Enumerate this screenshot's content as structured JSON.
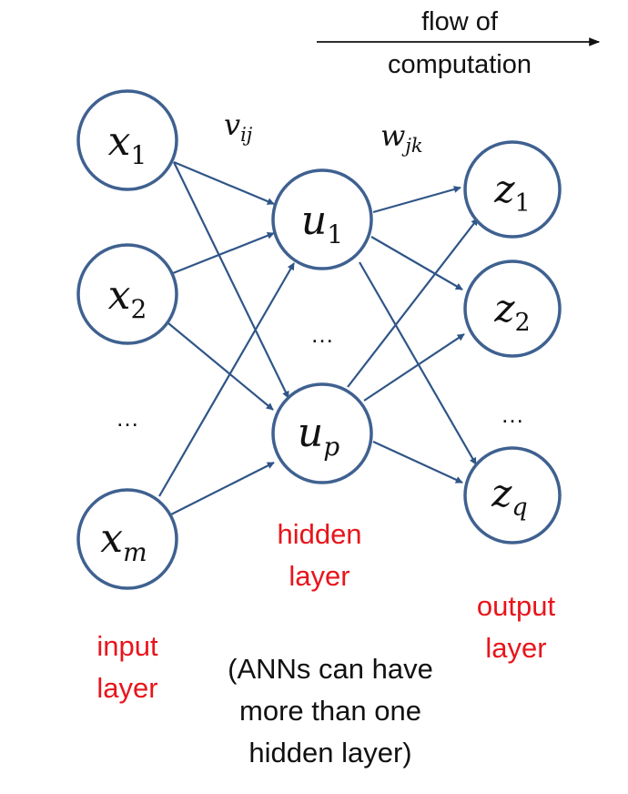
{
  "flow": {
    "line1": "flow of",
    "line2": "computation"
  },
  "weights": {
    "v": {
      "main": "v",
      "sub": "ij"
    },
    "w": {
      "main": "w",
      "sub": "jk"
    }
  },
  "nodes": {
    "x1": {
      "main": "x",
      "sub": "1"
    },
    "x2": {
      "main": "x",
      "sub": "2"
    },
    "xm": {
      "main": "x",
      "sub": "m"
    },
    "u1": {
      "main": "u",
      "sub": "1"
    },
    "up": {
      "main": "u",
      "sub": "p"
    },
    "z1": {
      "main": "z",
      "sub": "1"
    },
    "z2": {
      "main": "z",
      "sub": "2"
    },
    "zq": {
      "main": "z",
      "sub": "q"
    }
  },
  "ellipsis": {
    "input": "…",
    "hidden": "…",
    "output": "…"
  },
  "layers": {
    "input": {
      "line1": "input",
      "line2": "layer"
    },
    "hidden": {
      "line1": "hidden",
      "line2": "layer"
    },
    "output": {
      "line1": "output",
      "line2": "layer"
    }
  },
  "note": {
    "line1": "(ANNs can have",
    "line2": "more than one",
    "line3": "hidden layer)"
  },
  "colors": {
    "node_stroke": "#3f6190",
    "edge": "#2f5587",
    "layer_label": "#e8151b",
    "text": "#111111"
  }
}
